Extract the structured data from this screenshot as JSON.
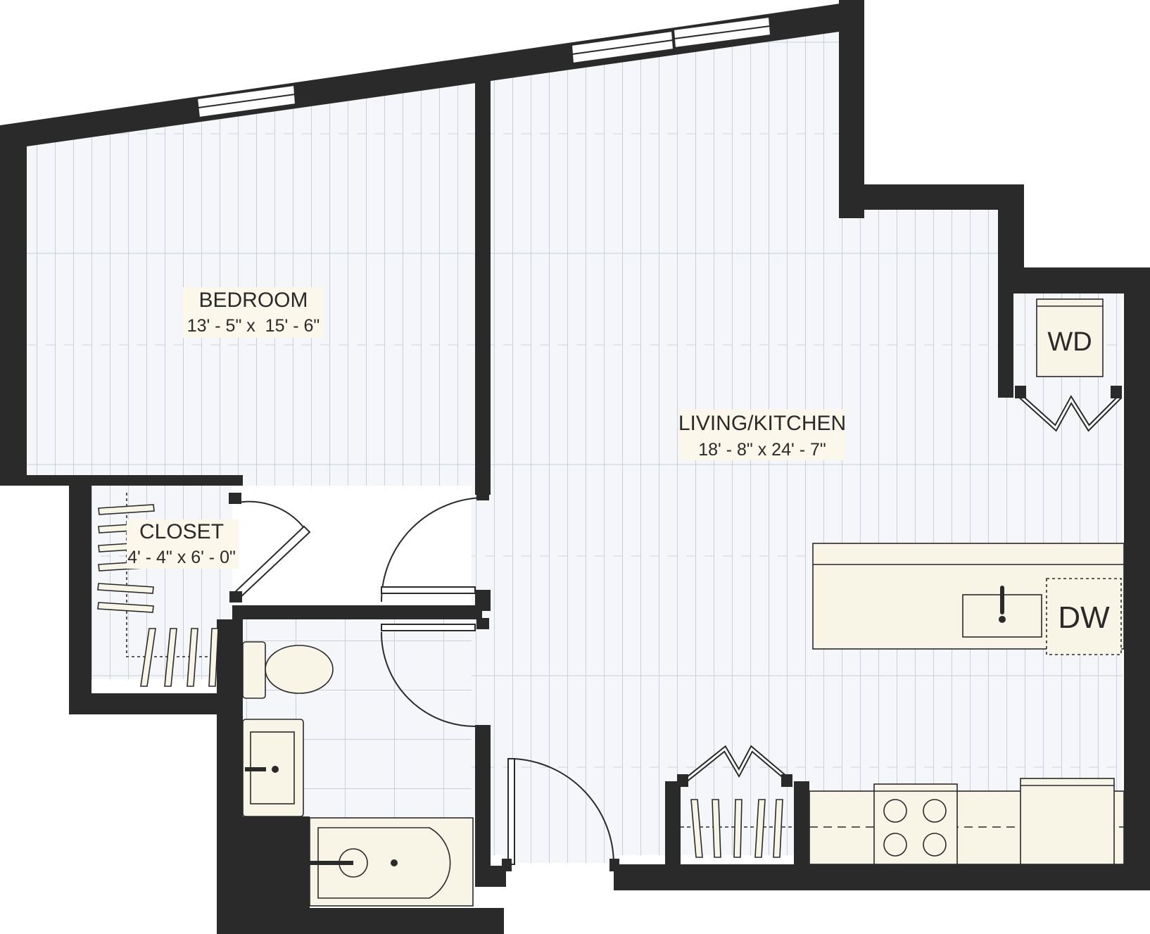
{
  "floor_plan": {
    "rooms": [
      {
        "id": "bedroom",
        "name": "BEDROOM",
        "dimensions": "13' - 5\" x  15' - 6\""
      },
      {
        "id": "living-kitchen",
        "name": "LIVING/KITCHEN",
        "dimensions": "18' - 8\" x 24' - 7\""
      },
      {
        "id": "closet",
        "name": "CLOSET",
        "dimensions": "4' - 4\" x 6' - 0\""
      }
    ],
    "fixtures": {
      "washer_dryer": "WD",
      "dishwasher": "DW"
    }
  },
  "colors": {
    "wall": "#2b2a2a",
    "floor": "#f4f6fa",
    "floor_lines": "#c9ced8",
    "fixture_fill": "#f8f4e6",
    "stroke": "#2b2a2a",
    "label_bg": "#fbf7ea"
  }
}
